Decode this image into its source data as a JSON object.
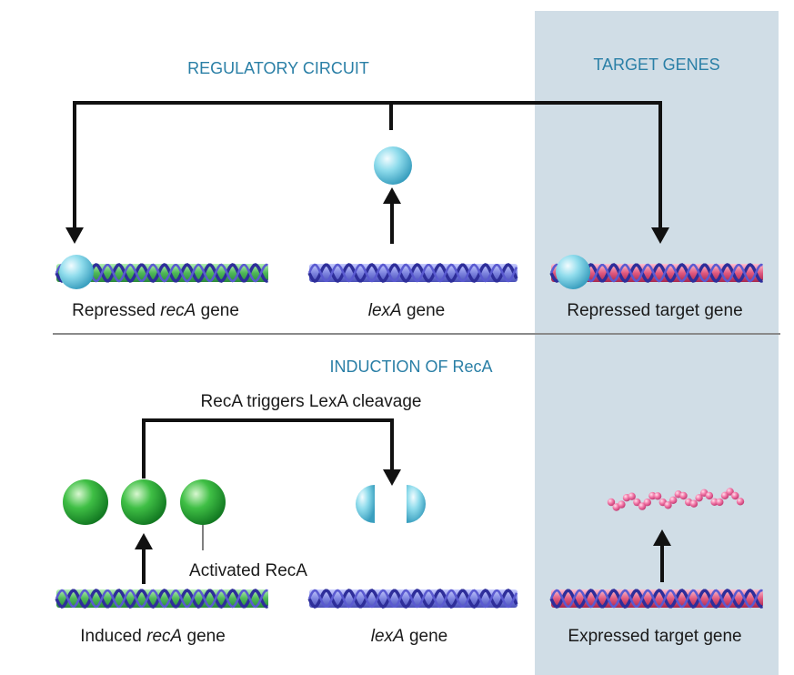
{
  "headings": {
    "regulatory_circuit": "REGULATORY CIRCUIT",
    "target_genes": "TARGET GENES",
    "induction": "INDUCTION OF RecA"
  },
  "top": {
    "repressed_reca": {
      "pre": "Repressed ",
      "italic": "recA",
      "post": " gene"
    },
    "lexa": {
      "pre": "",
      "italic": "lexA",
      "post": " gene"
    },
    "repressed_target": "Repressed target gene"
  },
  "bottom": {
    "trigger": "RecA triggers LexA cleavage",
    "activated_reca": "Activated RecA",
    "induced_reca": {
      "pre": "Induced ",
      "italic": "recA",
      "post": " gene"
    },
    "lexa": {
      "pre": "",
      "italic": "lexA",
      "post": " gene"
    },
    "expressed_target": "Expressed target gene"
  },
  "colors": {
    "target_panel": "#d0dde6",
    "heading": "#2a7fa6",
    "reca_dna": "#5cc05c",
    "lexa_dna": "#8a8ee8",
    "target_dna": "#e85c80",
    "helix_strand": "#3a3aa8",
    "lexa_protein": "#7ad4e6",
    "reca_protein": "#2fa83a",
    "peptide": "#f070a0"
  }
}
